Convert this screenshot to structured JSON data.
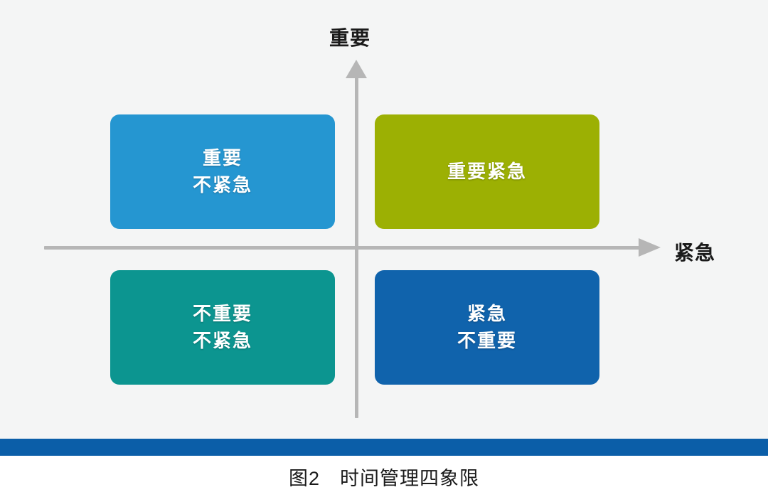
{
  "figure": {
    "background_color": "#f4f5f5",
    "axes": {
      "vertical_label": "重要",
      "horizontal_label": "紧急",
      "axis_color": "#b6b6b6"
    },
    "quadrants": [
      {
        "id": "important-not-urgent",
        "position": "top-left",
        "lines": [
          "重要",
          "不紧急"
        ],
        "color": "#2596d1",
        "shade_color": "#1a74a6"
      },
      {
        "id": "important-urgent",
        "position": "top-right",
        "lines": [
          "重要紧急",
          ""
        ],
        "color": "#9cb003",
        "shade_color": "#7c8c02"
      },
      {
        "id": "not-important-not-urgent",
        "position": "bottom-left",
        "lines": [
          "不重要",
          "不紧急"
        ],
        "color": "#0c9590",
        "shade_color": "#097571"
      },
      {
        "id": "urgent-not-important",
        "position": "bottom-right",
        "lines": [
          "紧急",
          "不重要"
        ],
        "color": "#1063ac",
        "shade_color": "#0c4d85"
      }
    ]
  },
  "band": {
    "color": "#0b5ea8"
  },
  "caption": {
    "text": "图2　时间管理四象限"
  }
}
